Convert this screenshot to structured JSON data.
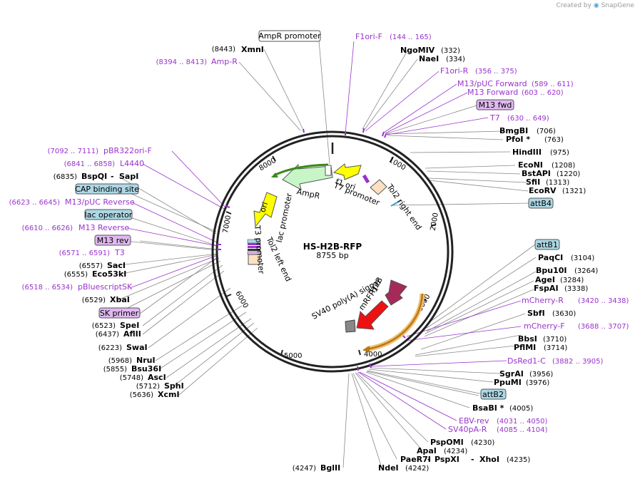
{
  "credit": {
    "prefix": "Created by",
    "brand": "SnapGene"
  },
  "map": {
    "name": "HS-H2B-RFP",
    "length": "8755 bp"
  },
  "colors": {
    "primer": "#9933cc",
    "feature_box": "#add8e6",
    "primer_box": "#e0b8f0"
  },
  "ticks": [
    "1000",
    "2000",
    "3000",
    "4000",
    "5000",
    "6000",
    "7000",
    "8000"
  ],
  "features": {
    "ampr": "AmpR",
    "f1ori": "f1 ori",
    "t7promoter": "T7 promoter",
    "tol2right": "Tol2 right end",
    "lacpromoter": "lac promoter",
    "t3promoter": "T3 promoter",
    "tol2left": "Tol2 left end",
    "ori": "ori",
    "h2b": "H2B",
    "mrfp1": "mRFP1",
    "sv40": "SV40 poly(A) signal"
  },
  "top": {
    "ampr_promoter": "AmpR promoter",
    "xmni": "XmnI",
    "xmni_pos": "(8443)",
    "ampr_primer": "Amp-R",
    "ampr_primer_pos": "(8394 .. 8413)",
    "f1orif": "F1ori-F",
    "f1orif_pos": "(144 .. 165)",
    "ngomiv": "NgoMIV",
    "ngomiv_pos": "(332)",
    "naei": "NaeI",
    "naei_pos": "(334)",
    "f1orir": "F1ori-R",
    "f1orir_pos": "(356 .. 375)",
    "m13puc": "M13/pUC Forward",
    "m13puc_pos": "(589 .. 611)",
    "m13fwd_p": "M13 Forward",
    "m13fwd_p_pos": "(603 .. 620)",
    "m13fwd_box": "M13 fwd",
    "t7": "T7",
    "t7_pos": "(630 .. 649)"
  },
  "right": {
    "bmgbi": "BmgBI",
    "bmgbi_pos": "(706)",
    "pfoi": "PfoI *",
    "pfoi_pos": "(763)",
    "hindiii": "HindIII",
    "hindiii_pos": "(975)",
    "econi": "EcoNI",
    "econi_pos": "(1208)",
    "bstapi": "BstAPI",
    "bstapi_pos": "(1220)",
    "sfii": "SfiI",
    "sfii_pos": "(1313)",
    "ecorv": "EcoRV",
    "ecorv_pos": "(1321)",
    "attb4": "attB4",
    "attb1": "attB1",
    "paqci": "PaqCI",
    "paqci_pos": "(3104)",
    "bpu10i": "Bpu10I",
    "bpu10i_pos": "(3264)",
    "agei": "AgeI",
    "agei_pos": "(3284)",
    "fspai": "FspAI",
    "fspai_pos": "(3338)",
    "mcherryr": "mCherry-R",
    "mcherryr_pos": "(3420 .. 3438)",
    "sbfi": "SbfI",
    "sbfi_pos": "(3630)",
    "mcherryf": "mCherry-F",
    "mcherryf_pos": "(3688 .. 3707)",
    "bbsi": "BbsI",
    "bbsi_pos": "(3710)",
    "pflmi": "PflMI",
    "pflmi_pos": "(3714)",
    "dsred": "DsRed1-C",
    "dsred_pos": "(3882 .. 3905)",
    "sgrai": "SgrAI",
    "sgrai_pos": "(3956)",
    "ppumi": "PpuMI",
    "ppumi_pos": "(3976)",
    "attb2": "attB2",
    "bsabi": "BsaBI *",
    "bsabi_pos": "(4005)",
    "ebvrev": "EBV-rev",
    "ebvrev_pos": "(4031 .. 4050)",
    "sv40par": "SV40pA-R",
    "sv40par_pos": "(4085 .. 4104)",
    "pspomi": "PspOMI",
    "pspomi_pos": "(4230)",
    "apai": "ApaI",
    "apai_pos": "(4234)",
    "paer7i": "PaeR7I",
    "pspxi": "PspXI",
    "xhoi": "XhoI",
    "xhoi_pos": "(4235)",
    "ndei": "NdeI",
    "ndei_pos": "(4242)",
    "bglii": "BglII",
    "bglii_pos": "(4247)"
  },
  "left": {
    "pbr": "pBR322ori-F",
    "pbr_pos": "(7092 .. 7111)",
    "l4440": "L4440",
    "l4440_pos": "(6841 .. 6858)",
    "bspqi": "BspQI",
    "sapi": "SapI",
    "bspqi_pos": "(6835)",
    "cap": "CAP binding site",
    "m13puc_rev": "M13/pUC Reverse",
    "m13puc_rev_pos": "(6623 .. 6645)",
    "lacop": "lac operator",
    "m13rev_p": "M13 Reverse",
    "m13rev_p_pos": "(6610 .. 6626)",
    "m13rev_box": "M13 rev",
    "t3": "T3",
    "t3_pos": "(6571 .. 6591)",
    "saci": "SacI",
    "saci_pos": "(6557)",
    "eco53ki": "Eco53kI",
    "eco53ki_pos": "(6555)",
    "pbsk": "pBluescriptSK",
    "pbsk_pos": "(6518 .. 6534)",
    "xbai": "XbaI",
    "xbai_pos": "(6529)",
    "skprimer": "SK primer",
    "spei": "SpeI",
    "spei_pos": "(6523)",
    "aflii": "AflII",
    "aflii_pos": "(6437)",
    "swai": "SwaI",
    "swai_pos": "(6223)",
    "nrui": "NruI",
    "nrui_pos": "(5968)",
    "bsu36i": "Bsu36I",
    "bsu36i_pos": "(5855)",
    "asci": "AscI",
    "asci_pos": "(5748)",
    "sphi": "SphI",
    "sphi_pos": "(5712)",
    "xcmi": "XcmI",
    "xcmi_pos": "(5636)"
  }
}
